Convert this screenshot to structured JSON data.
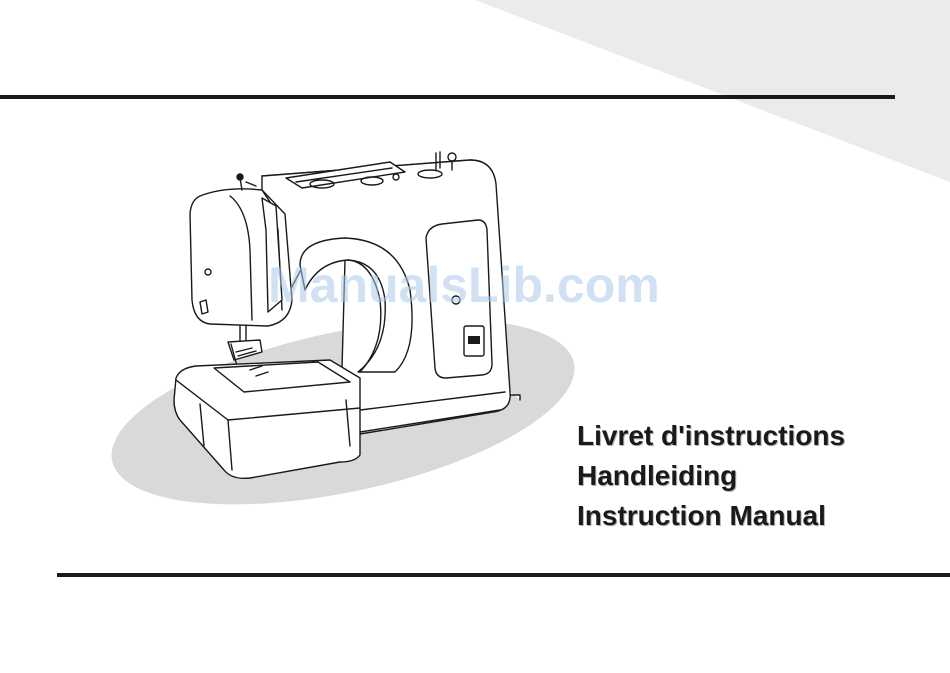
{
  "cover": {
    "titles": [
      "Livret d'instructions",
      "Handleiding",
      "Instruction Manual"
    ],
    "watermark": "ManualsLib.com"
  },
  "illustration": {
    "subject": "sewing machine line drawing",
    "shadow_color": "#d9d9d9",
    "line_color": "#1a1a1a"
  },
  "colors": {
    "background": "#ffffff",
    "corner_shade": "#ebebeb",
    "rule": "#1a1a1a",
    "watermark": "#aac8eb"
  }
}
